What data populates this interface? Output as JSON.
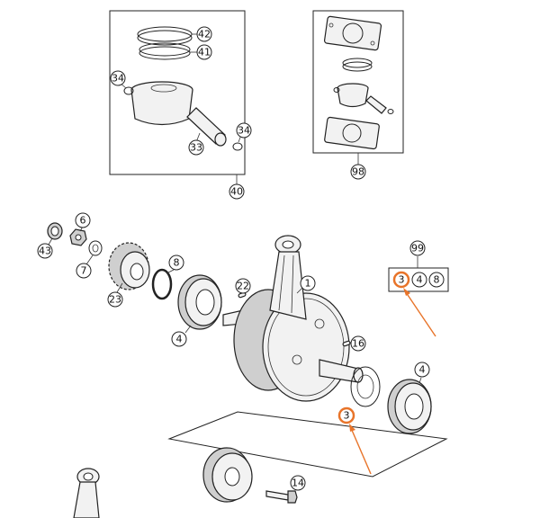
{
  "callouts": [
    {
      "id": "c42",
      "label": "42"
    },
    {
      "id": "c41",
      "label": "41"
    },
    {
      "id": "c34a",
      "label": "34"
    },
    {
      "id": "c34b",
      "label": "34"
    },
    {
      "id": "c33",
      "label": "33"
    },
    {
      "id": "c40",
      "label": "40"
    },
    {
      "id": "c98",
      "label": "98"
    },
    {
      "id": "c6",
      "label": "6"
    },
    {
      "id": "c43",
      "label": "43"
    },
    {
      "id": "c7",
      "label": "7"
    },
    {
      "id": "c23",
      "label": "23"
    },
    {
      "id": "c8",
      "label": "8"
    },
    {
      "id": "c4a",
      "label": "4"
    },
    {
      "id": "c22",
      "label": "22"
    },
    {
      "id": "c1",
      "label": "1"
    },
    {
      "id": "c16",
      "label": "16"
    },
    {
      "id": "c4b",
      "label": "4"
    },
    {
      "id": "c99",
      "label": "99"
    },
    {
      "id": "c3a",
      "label": "3"
    },
    {
      "id": "c4c",
      "label": "4"
    },
    {
      "id": "c8b",
      "label": "8"
    },
    {
      "id": "c3b",
      "label": "3"
    },
    {
      "id": "c14",
      "label": "14"
    }
  ],
  "highlight_color": "#e8742a"
}
